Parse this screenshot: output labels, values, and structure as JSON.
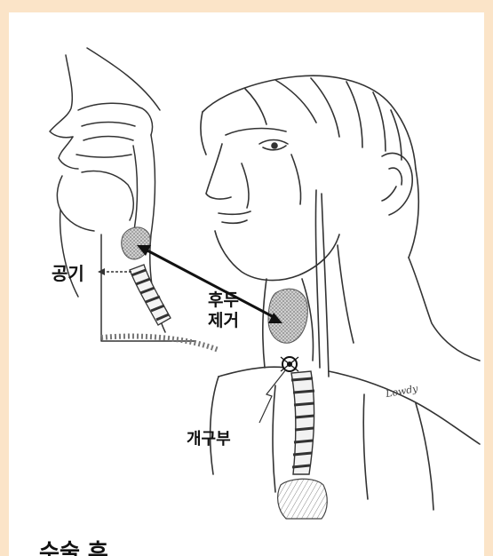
{
  "labels": {
    "air": "공기",
    "larynx_removal_line1": "후두",
    "larynx_removal_line2": "제거",
    "stoma": "개구부",
    "title": "수술 후"
  },
  "signature": "Lowdy",
  "colors": {
    "page_border": "#fbe4c8",
    "canvas": "#ffffff",
    "ink": "#222222",
    "shade": "#9a9a9a"
  }
}
